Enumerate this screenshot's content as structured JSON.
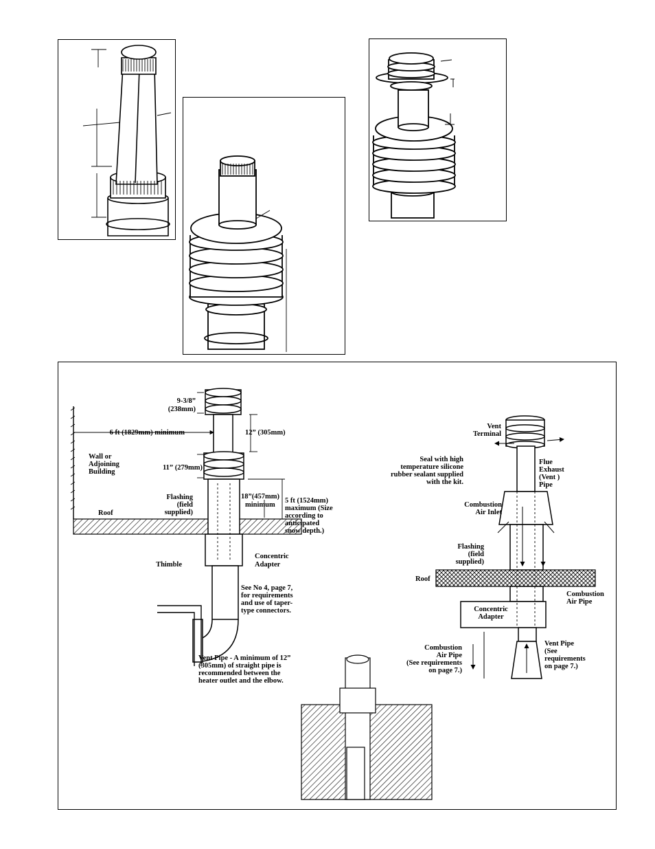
{
  "left_diagram": {
    "dim_top_cap": "9-3/8”",
    "dim_top_cap_mm": "(238mm)",
    "dim_wall": "6 ft (1829mm) minimum",
    "dim_above_collar": "12” (305mm)",
    "dim_collar": "11” (279mm)",
    "wall_label": [
      "Wall or",
      "Adjoining",
      "Building"
    ],
    "flashing_label": [
      "Flashing",
      "(field",
      "supplied)"
    ],
    "roof_label": "Roof",
    "dim_above_roof": [
      "18”(457mm)",
      "minimum"
    ],
    "dim_max": [
      "5 ft (1524mm)",
      "maximum (Size",
      "according to",
      "anticipated",
      "snow depth.)"
    ],
    "thimble_label": "Thimble",
    "adapter_label": [
      "Concentric",
      "Adapter"
    ],
    "see_note": [
      "See No 4, page 7,",
      "for requirements",
      "and use of taper-",
      "type connectors."
    ],
    "vent_pipe_note": [
      "Vent Pipe - A minimum of 12”",
      "(305mm) of straight pipe is",
      "recommended between the",
      "heater outlet and the elbow."
    ]
  },
  "right_diagram": {
    "vent_terminal": [
      "Vent",
      "Terminal"
    ],
    "seal_note": [
      "Seal with high",
      "temperature silicone",
      "rubber sealant supplied",
      "with the kit."
    ],
    "flue_exhaust": [
      "Flue",
      "Exhaust",
      "(Vent )",
      "Pipe"
    ],
    "combustion_inlet": [
      "Combustion",
      "Air Inlet"
    ],
    "flashing": [
      "Flashing",
      "(field",
      "supplied)"
    ],
    "roof": "Roof",
    "combustion_pipe_right": [
      "Combustion",
      "Air Pipe"
    ],
    "adapter": [
      "Concentric",
      "Adapter"
    ],
    "combustion_pipe_left": [
      "Combustion",
      "Air Pipe",
      "(See requirements",
      "on page 7.)"
    ],
    "vent_pipe": [
      "Vent Pipe",
      "(See",
      "requirements",
      "on page 7.)"
    ]
  },
  "colors": {
    "ink": "#000000",
    "paper": "#ffffff"
  }
}
